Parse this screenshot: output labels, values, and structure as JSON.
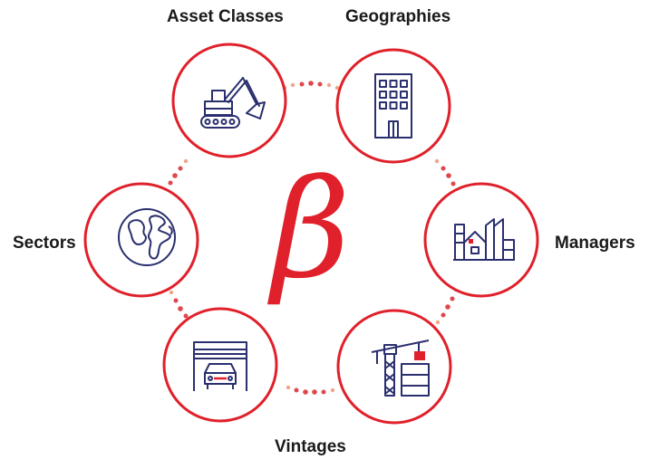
{
  "center_symbol": "β",
  "colors": {
    "ring": "#e0202a",
    "icon": "#2a2f6e",
    "accent": "#e0202a",
    "dot_red": "#e0464c",
    "dot_peach": "#f1a588",
    "text": "#1a1a1a"
  },
  "nodes": [
    {
      "id": "asset-classes",
      "label": "Asset Classes",
      "icon": "excavator-icon"
    },
    {
      "id": "geographies",
      "label": "Geographies",
      "icon": "office-building-icon"
    },
    {
      "id": "managers",
      "label": "Managers",
      "icon": "factory-icon"
    },
    {
      "id": "vintages",
      "label": "Vintages",
      "icon": "construction-crane-icon"
    },
    {
      "id": "infrastructure",
      "label": "",
      "icon": "garage-car-icon"
    },
    {
      "id": "sectors",
      "label": "Sectors",
      "icon": "globe-icon"
    }
  ]
}
